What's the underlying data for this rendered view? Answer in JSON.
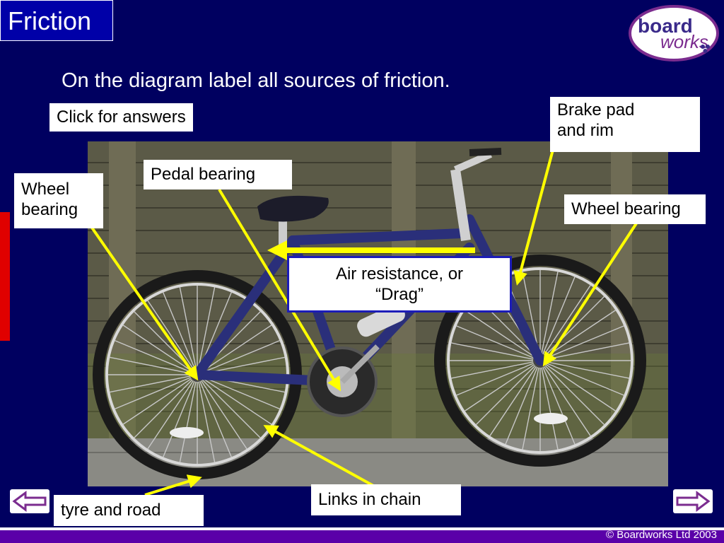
{
  "title": "Friction",
  "logo": {
    "word1": "board",
    "word2": "works"
  },
  "instruction": "On the diagram label all sources of friction.",
  "answers_button": "Click for answers",
  "labels": {
    "brake": [
      "Brake pad",
      "and rim"
    ],
    "pedal": "Pedal bearing",
    "wheel_left": [
      "Wheel",
      "bearing"
    ],
    "wheel_right": "Wheel bearing",
    "air": [
      "Air resistance, or",
      "“Drag”"
    ],
    "chain": "Links in chain",
    "tyre": "tyre and road"
  },
  "copyright": "© Boardworks Ltd 2003",
  "colors": {
    "background": "#000060",
    "arrow": "#ffff00",
    "footer": "#5a00a8",
    "accent": "#e00000"
  },
  "icons": {
    "back": "left-arrow-icon",
    "next": "right-arrow-icon"
  }
}
